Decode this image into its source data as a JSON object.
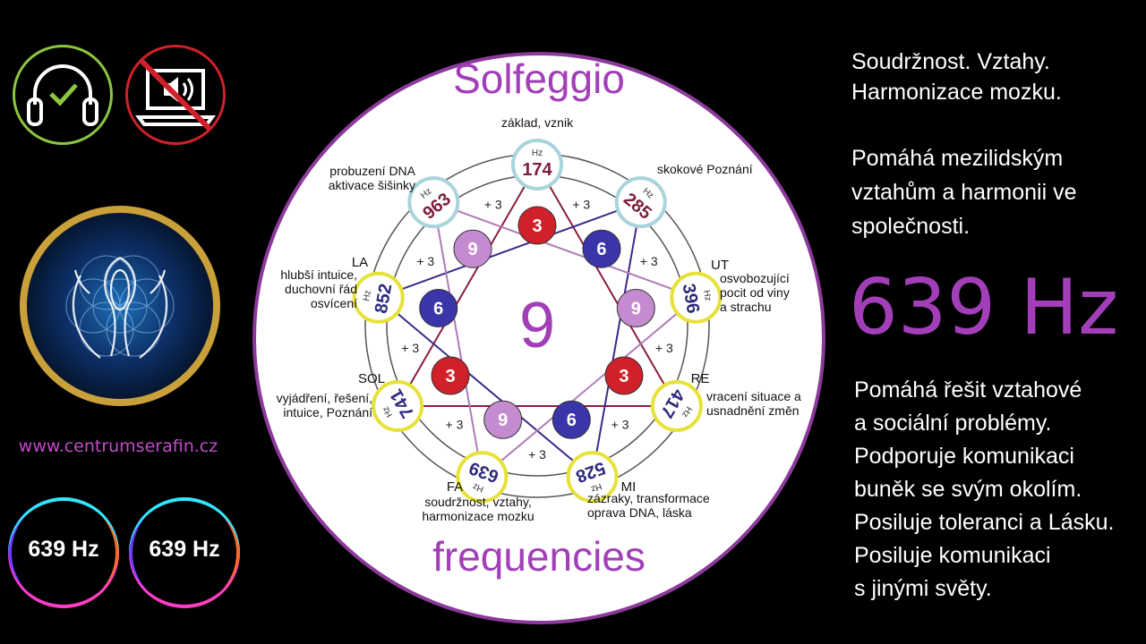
{
  "colors": {
    "accent_purple": "#a23fb8",
    "headphone_green": "#8cc63f",
    "no_laptop_red": "#d0202a",
    "gold": "#c9a03a"
  },
  "left": {
    "icons": [
      "headphones-check-icon",
      "no-laptop-speaker-icon"
    ],
    "site_url": "www.centrumserafin.cz",
    "orb1_label": "639 Hz",
    "orb2_label": "639 Hz"
  },
  "diagram": {
    "title": "Solfeggio",
    "subtitle": "frequencies",
    "center_number": "9",
    "plus3": "+ 3",
    "hz": "Hz",
    "nodes": [
      {
        "freq": "174",
        "root": "3",
        "note": "",
        "desc": [
          "základ, vznik"
        ]
      },
      {
        "freq": "285",
        "root": "6",
        "note": "",
        "desc": [
          "skokové Poznání"
        ]
      },
      {
        "freq": "396",
        "root": "9",
        "note": "UT",
        "desc": [
          "osvobozující",
          "pocit od viny",
          "a strachu"
        ]
      },
      {
        "freq": "417",
        "root": "3",
        "note": "RE",
        "desc": [
          "vracení situace a",
          "usnadnění změn"
        ]
      },
      {
        "freq": "528",
        "root": "6",
        "note": "MI",
        "desc": [
          "zázraky, transformace",
          "oprava DNA, láska"
        ]
      },
      {
        "freq": "639",
        "root": "9",
        "note": "FA",
        "desc": [
          "soudržnost, vztahy,",
          "harmonizace mozku"
        ]
      },
      {
        "freq": "741",
        "root": "3",
        "note": "SOL",
        "desc": [
          "vyjádření, řešení,",
          "intuice, Poznání"
        ]
      },
      {
        "freq": "852",
        "root": "6",
        "note": "LA",
        "desc": [
          "hlubší intuice,",
          "duchovní řád",
          "osvícení"
        ]
      },
      {
        "freq": "963",
        "root": "9",
        "note": "",
        "desc": [
          "probuzení DNA",
          "aktivace šišinky"
        ]
      }
    ]
  },
  "right": {
    "line1": [
      "Soudržnost. Vztahy.",
      "Harmonizace mozku."
    ],
    "line2": [
      "Pomáhá mezilidským",
      "vztahům a harmonii ve",
      "společnosti."
    ],
    "big_freq": "639 Hz",
    "line3": [
      "Pomáhá řešit vztahové",
      "a sociální problémy.",
      "Podporuje komunikaci",
      "buněk se svým okolím.",
      "Posiluje toleranci a Lásku.",
      "Posiluje komunikaci",
      "s jinými světy."
    ]
  }
}
